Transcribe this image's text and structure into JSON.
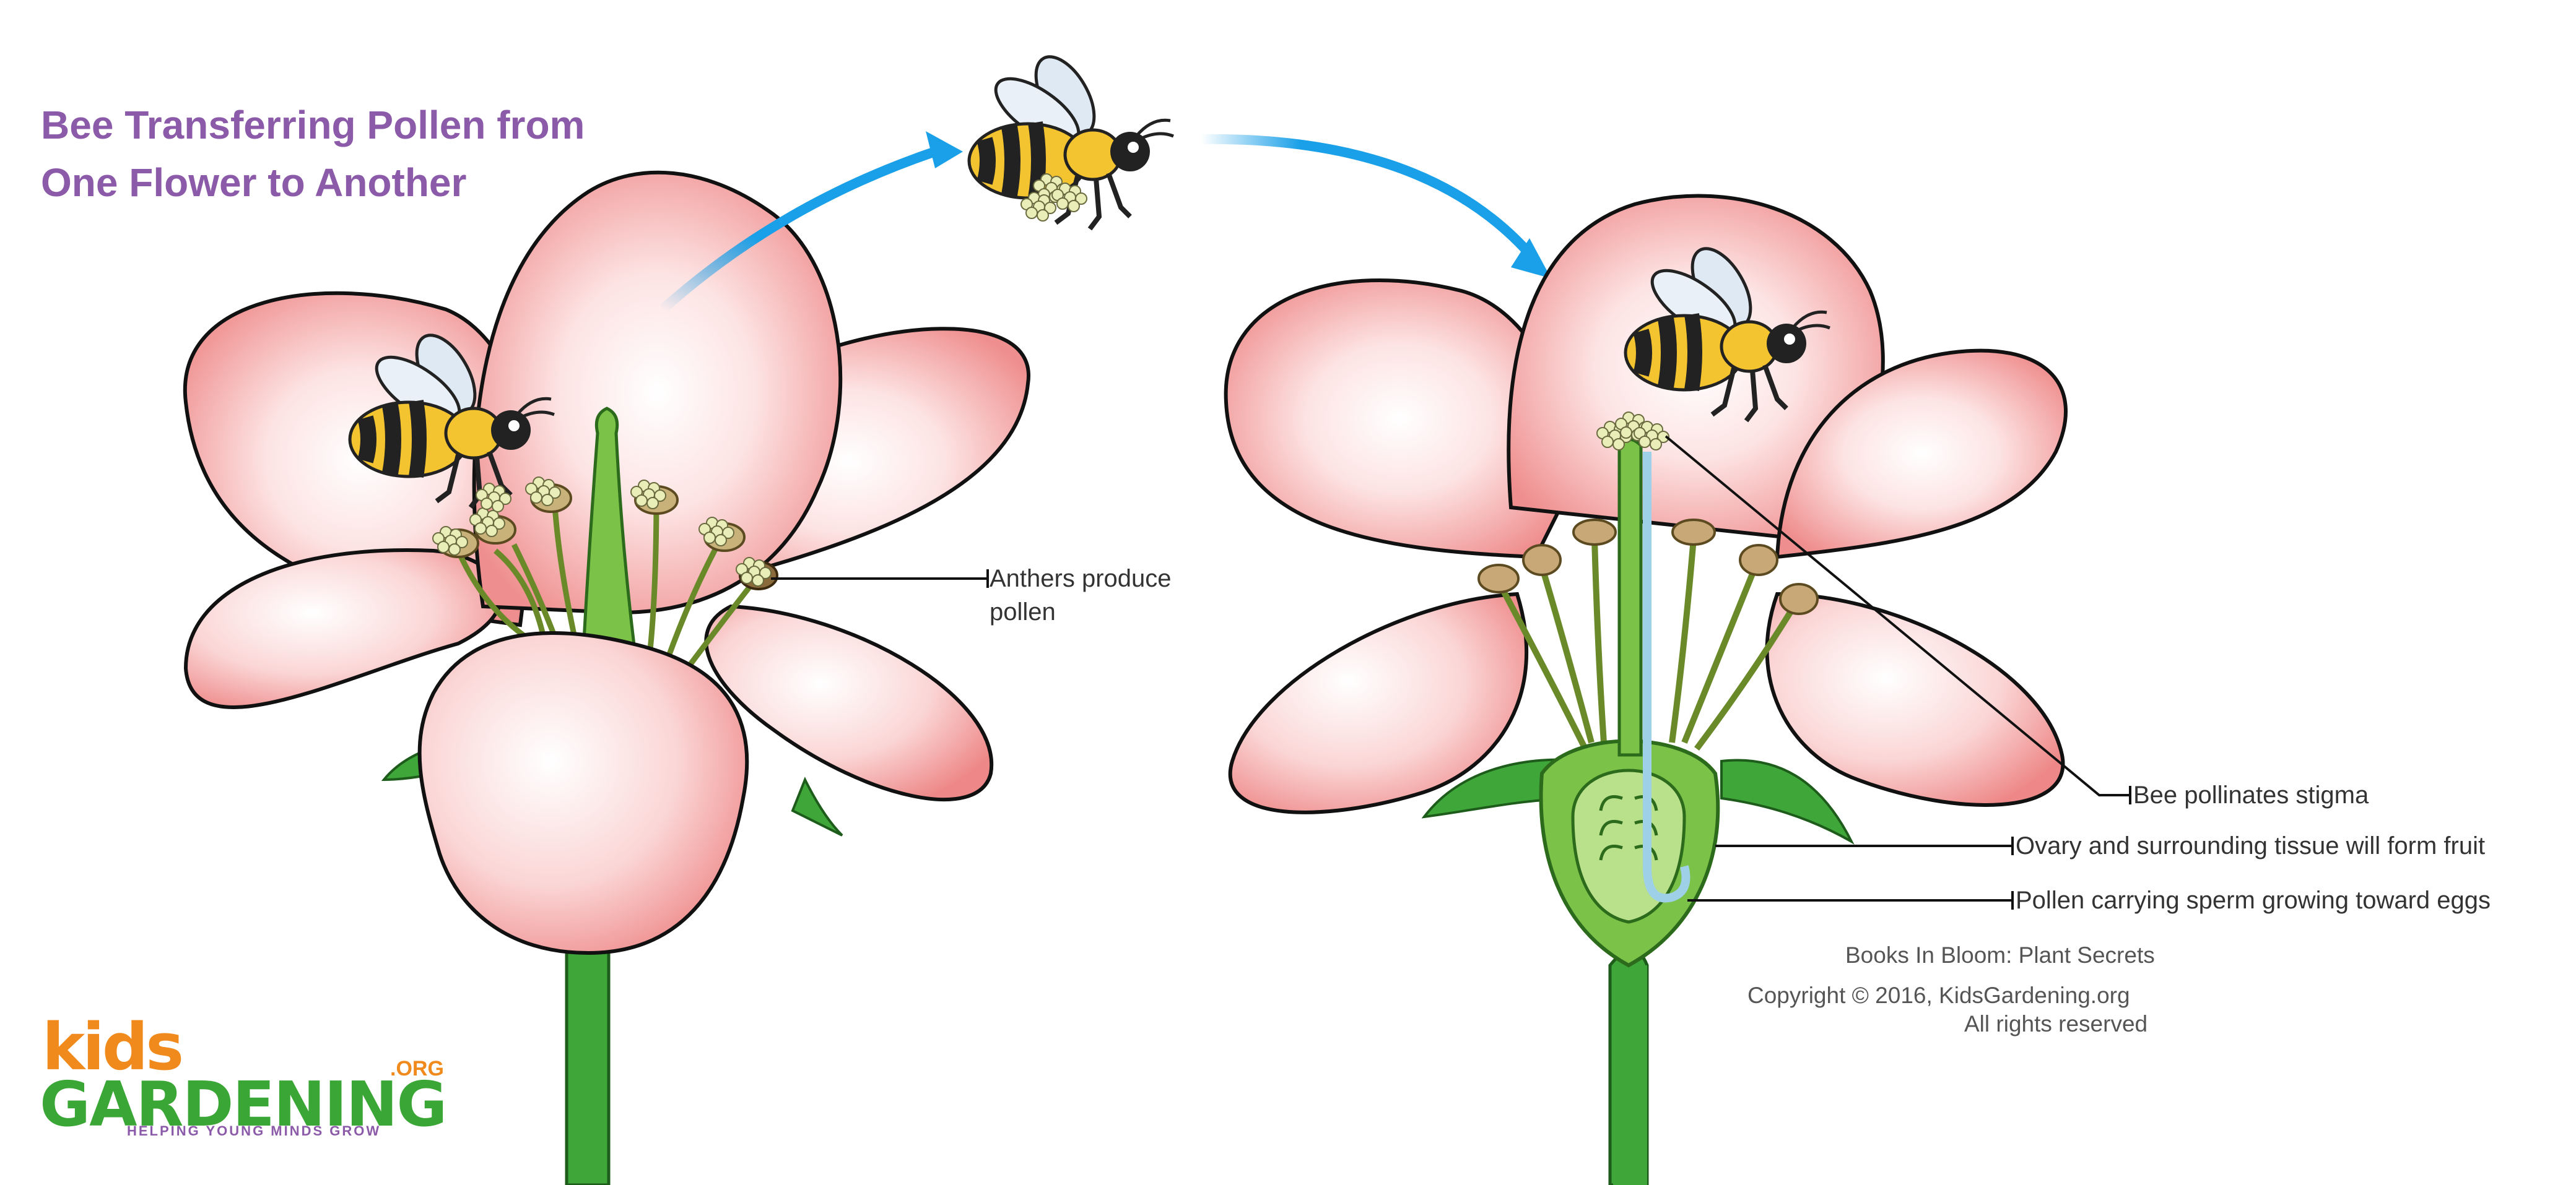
{
  "title": {
    "line1": "Bee Transferring Pollen from",
    "line2": "One Flower to Another"
  },
  "labels": {
    "anthers_line1": "Anthers produce",
    "anthers_line2": "pollen",
    "stigma": "Bee pollinates stigma",
    "ovary": "Ovary and surrounding tissue will form fruit",
    "pollen_tube": "Pollen carrying sperm growing toward eggs"
  },
  "credits": {
    "book": "Books In Bloom: Plant Secrets",
    "copyright": "Copyright © 2016, KidsGardening.org",
    "rights": "All rights reserved"
  },
  "logo": {
    "kids": "kids",
    "org": ".ORG",
    "gardening": "GARDENING",
    "tagline": "HELPING YOUNG MINDS GROW"
  },
  "colors": {
    "title": "#8b5aa8",
    "petal": "#f4a0a0",
    "stem": "#3fa63a",
    "arrow": "#1aa0e8",
    "bee_yellow": "#f4c430",
    "logo_orange": "#f08a1c",
    "logo_green": "#3aa635"
  }
}
